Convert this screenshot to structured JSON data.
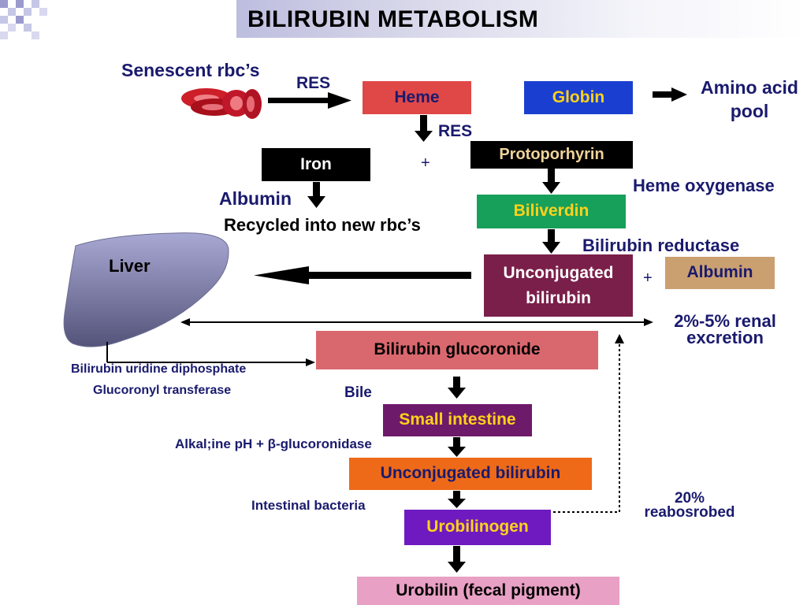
{
  "title": "BILIRUBIN METABOLISM",
  "labels": {
    "senescent": "Senescent rbc’s",
    "res1": "RES",
    "res2": "RES",
    "amino": "Amino acid\npool",
    "albumin_iron": "Albumin",
    "recycled": "Recycled into new rbc’s",
    "heme_oxygenase": "Heme oxygenase",
    "bilirubin_reductase": "Bilirubin reductase",
    "liver": "Liver",
    "renal": "2%-5% renal\nexcretion",
    "enzyme1": "Bilirubin uridine diphosphate",
    "enzyme2": "Glucoronyl transferase",
    "bile": "Bile",
    "alkaline": "Alkal;ine pH + β-glucoronidase",
    "bacteria": "Intestinal bacteria",
    "reabsorbed": "20%\nreabosrobed",
    "plus": "+"
  },
  "boxes": {
    "heme": "Heme",
    "globin": "Globin",
    "iron": "Iron",
    "protoporphyrin": "Protoporhyrin",
    "biliverdin": "Biliverdin",
    "unconj1": "Unconjugated\nbilirubin",
    "albumin": "Albumin",
    "glucoronide": "Bilirubin glucoronide",
    "small_intestine": "Small intestine",
    "unconj2": "Unconjugated bilirubin",
    "urobilinogen": "Urobilinogen",
    "urobilin": "Urobilin (fecal pigment)"
  },
  "colors": {
    "heme": "#e04848",
    "globin": "#1a3fd0",
    "iron": "#000000",
    "protoporphyrin": "#000000",
    "biliverdin": "#17a05a",
    "unconj1": "#7a1f4a",
    "albumin": "#caa070",
    "glucoronide": "#d9686e",
    "small_intestine": "#6e1a6a",
    "unconj2": "#ee6a18",
    "urobilinogen": "#6e1ac0",
    "urobilin": "#e8a0c4",
    "text_navy": "#1a1a6e"
  }
}
